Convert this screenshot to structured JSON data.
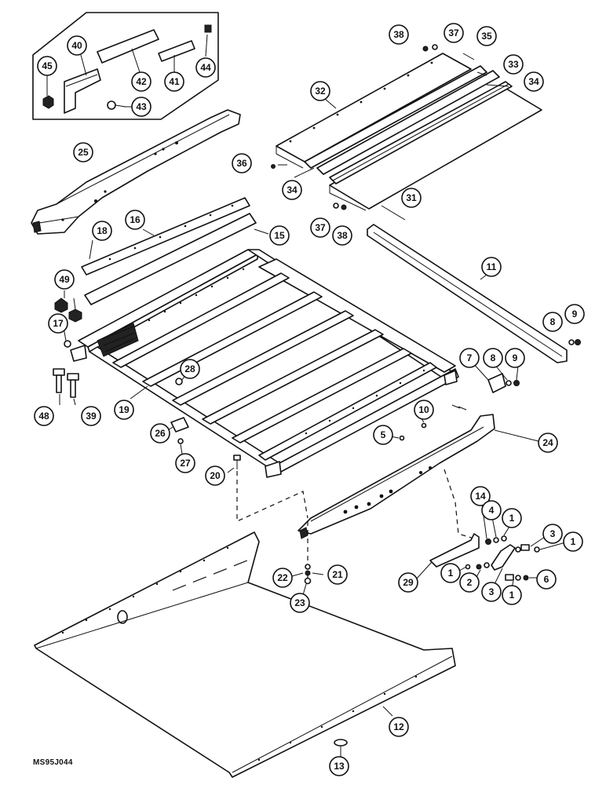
{
  "drawing_code": "MS95J044",
  "callouts": [
    {
      "id": "c45",
      "label": "45"
    },
    {
      "id": "c40",
      "label": "40"
    },
    {
      "id": "c42",
      "label": "42"
    },
    {
      "id": "c41",
      "label": "41"
    },
    {
      "id": "c44",
      "label": "44"
    },
    {
      "id": "c43",
      "label": "43"
    },
    {
      "id": "c38a",
      "label": "38"
    },
    {
      "id": "c37a",
      "label": "37"
    },
    {
      "id": "c35",
      "label": "35"
    },
    {
      "id": "c33",
      "label": "33"
    },
    {
      "id": "c34a",
      "label": "34"
    },
    {
      "id": "c32",
      "label": "32"
    },
    {
      "id": "c36",
      "label": "36"
    },
    {
      "id": "c34b",
      "label": "34"
    },
    {
      "id": "c31",
      "label": "31"
    },
    {
      "id": "c37b",
      "label": "37"
    },
    {
      "id": "c38b",
      "label": "38"
    },
    {
      "id": "c25",
      "label": "25"
    },
    {
      "id": "c16",
      "label": "16"
    },
    {
      "id": "c18",
      "label": "18"
    },
    {
      "id": "c15",
      "label": "15"
    },
    {
      "id": "c11",
      "label": "11"
    },
    {
      "id": "c49",
      "label": "49"
    },
    {
      "id": "c17",
      "label": "17"
    },
    {
      "id": "c8a",
      "label": "8"
    },
    {
      "id": "c9a",
      "label": "9"
    },
    {
      "id": "c7",
      "label": "7"
    },
    {
      "id": "c8b",
      "label": "8"
    },
    {
      "id": "c9b",
      "label": "9"
    },
    {
      "id": "c28",
      "label": "28"
    },
    {
      "id": "c48",
      "label": "48"
    },
    {
      "id": "c39",
      "label": "39"
    },
    {
      "id": "c19",
      "label": "19"
    },
    {
      "id": "c10",
      "label": "10"
    },
    {
      "id": "c26",
      "label": "26"
    },
    {
      "id": "c5",
      "label": "5"
    },
    {
      "id": "c24",
      "label": "24"
    },
    {
      "id": "c27",
      "label": "27"
    },
    {
      "id": "c20",
      "label": "20"
    },
    {
      "id": "c14",
      "label": "14"
    },
    {
      "id": "c4",
      "label": "4"
    },
    {
      "id": "c1a",
      "label": "1"
    },
    {
      "id": "c3a",
      "label": "3"
    },
    {
      "id": "c1b",
      "label": "1"
    },
    {
      "id": "c29",
      "label": "29"
    },
    {
      "id": "c1c",
      "label": "1"
    },
    {
      "id": "c22",
      "label": "22"
    },
    {
      "id": "c21",
      "label": "21"
    },
    {
      "id": "c2",
      "label": "2"
    },
    {
      "id": "c3b",
      "label": "3"
    },
    {
      "id": "c1d",
      "label": "1"
    },
    {
      "id": "c6",
      "label": "6"
    },
    {
      "id": "c23",
      "label": "23"
    },
    {
      "id": "c12",
      "label": "12"
    },
    {
      "id": "c13",
      "label": "13"
    }
  ]
}
